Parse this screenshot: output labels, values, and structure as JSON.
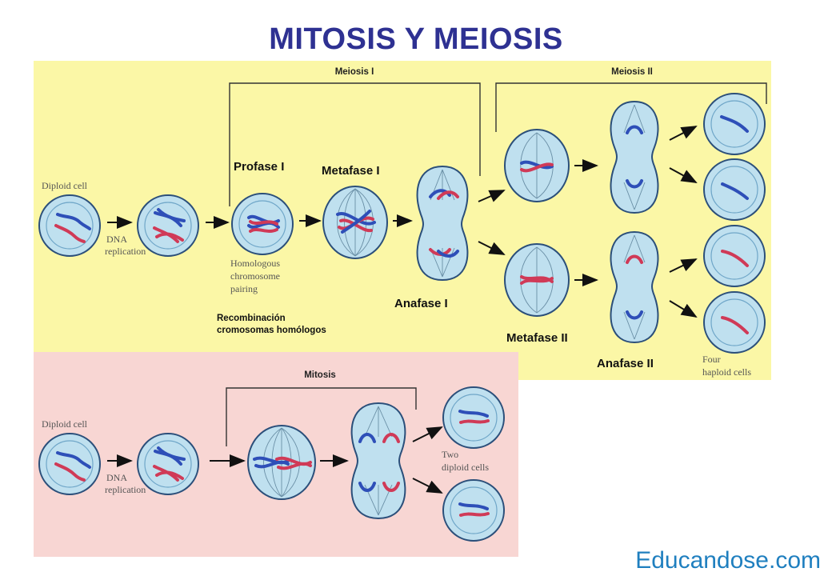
{
  "title": "MITOSIS Y MEIOSIS",
  "watermark": "Educandose.com",
  "colors": {
    "meiosis_bg": "#fbf7a6",
    "mitosis_bg": "#f8d6d3",
    "cell_fill": "#bfe0ef",
    "cell_stroke": "#2b4f7a",
    "chrom_blue": "#2e4fb8",
    "chrom_red": "#d03a57",
    "title_color": "#2e3192",
    "watermark_color": "#1f7fbf"
  },
  "meiosis": {
    "bracket_1": "Meiosis I",
    "bracket_2": "Meiosis II",
    "diploid_cell": "Diploid cell",
    "dna_1": "DNA",
    "dna_2": "replication",
    "homologous_1": "Homologous",
    "homologous_2": "chromosome",
    "homologous_3": "pairing",
    "four_1": "Four",
    "four_2": "haploid cells",
    "profase_i": "Profase I",
    "metafase_i": "Metafase I",
    "anafase_i": "Anafase I",
    "metafase_ii": "Metafase II",
    "anafase_ii": "Anafase II",
    "recomb_1": "Recombinación",
    "recomb_2": "cromosomas homólogos"
  },
  "mitosis": {
    "bracket": "Mitosis",
    "diploid_cell": "Diploid cell",
    "dna_1": "DNA",
    "dna_2": "replication",
    "two_1": "Two",
    "two_2": "diploid cells"
  }
}
